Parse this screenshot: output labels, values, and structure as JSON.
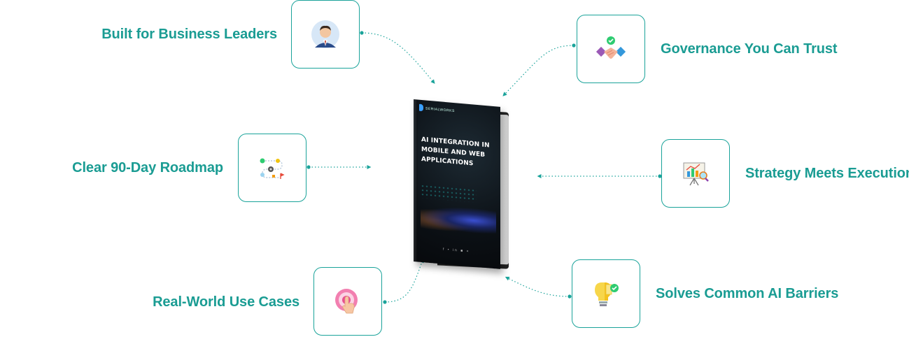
{
  "book": {
    "brand": "SERIALWORKS",
    "title_lines": [
      "AI INTEGRATION IN",
      "MOBILE AND WEB",
      "APPLICATIONS"
    ],
    "social": "f • in ■ ×"
  },
  "features": [
    {
      "label": "Built for Business Leaders",
      "icon": "businessman-icon"
    },
    {
      "label": "Governance You Can Trust",
      "icon": "handshake-icon"
    },
    {
      "label": "Clear 90-Day Roadmap",
      "icon": "roadmap-icon"
    },
    {
      "label": "Strategy Meets Execution",
      "icon": "presentation-chart-icon"
    },
    {
      "label": "Real-World Use Cases",
      "icon": "tap-target-icon"
    },
    {
      "label": "Solves Common AI Barriers",
      "icon": "lightbulb-puzzle-icon"
    }
  ],
  "colors": {
    "accent": "#1a9c93",
    "border": "#1aa39a",
    "text": "#1a9c93"
  }
}
